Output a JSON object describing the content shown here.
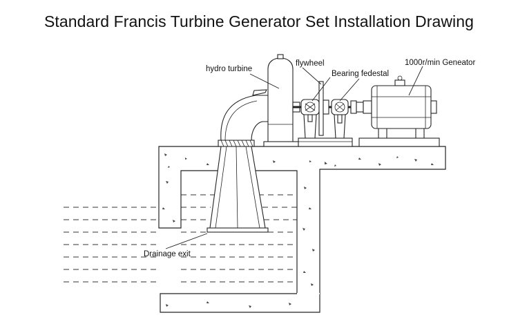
{
  "title": "Standard Francis Turbine Generator Set Installation Drawing",
  "labels": {
    "hydro_turbine": "hydro turbine",
    "flywheel": "flywheel",
    "bearing": "Bearing fedestal",
    "generator": "1000r/min Geneator",
    "drainage": "Drainage exit"
  }
}
